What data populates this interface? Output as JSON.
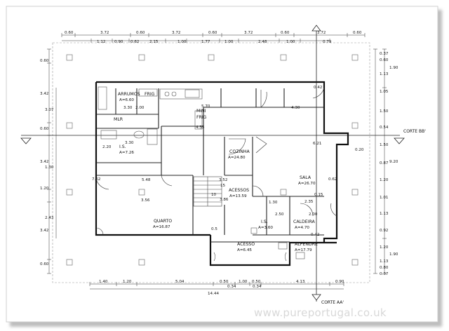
{
  "rooms": [
    {
      "id": "arrumos",
      "name": "ARRUMOS",
      "area": "A=6.60"
    },
    {
      "id": "frig",
      "name": "FRIG",
      "area": ""
    },
    {
      "id": "mlr",
      "name": "MLR",
      "area": ""
    },
    {
      "id": "is1",
      "name": "I.S.",
      "area": "A=7.26"
    },
    {
      "id": "cozinha",
      "name": "COZINHA",
      "area": "A=24.80"
    },
    {
      "id": "sala",
      "name": "SALA",
      "area": "A=26.70"
    },
    {
      "id": "acessos",
      "name": "ACESSOS",
      "area": "A=13.59"
    },
    {
      "id": "quarto",
      "name": "QUARTO",
      "area": "A=16.87"
    },
    {
      "id": "is2",
      "name": "I.S.",
      "area": "A=3.60"
    },
    {
      "id": "caldeira",
      "name": "CALDEIRA",
      "area": "A=4.70"
    },
    {
      "id": "acesso",
      "name": "ACESSO",
      "area": "A=6.45"
    },
    {
      "id": "alpendre",
      "name": "ALPENDRE",
      "area": "A=17.79"
    }
  ],
  "mini_frig": {
    "line1": "MINI",
    "line2": "FRIG"
  },
  "sections": {
    "bb": "CORTE BB'",
    "aa": "CORTE AA'"
  },
  "top_dims_row1": [
    "0.60",
    "3.72",
    "0.60",
    "3.72",
    "0.60",
    "3.72",
    "0.60",
    "3.72",
    "0.60"
  ],
  "top_dims_row2": [
    "1.12",
    "0.90",
    "0.62",
    "2.15",
    "1.00",
    "1.77",
    "1.00",
    "2.48",
    "1.00",
    "0.79"
  ],
  "bottom_dims_row1": [
    "1.40",
    "1.20",
    "5.04",
    "0.50",
    "1.00",
    "0.50",
    "4.13",
    "0.90"
  ],
  "bottom_dims_row2": [
    "14.44"
  ],
  "bottom_dims_small": [
    "0.34",
    "0.34"
  ],
  "left_dims_outer": [
    "0.60",
    "3.42",
    "0.60",
    "3.42",
    "1.20",
    "3.42",
    "0.60"
  ],
  "left_dims_inner": [
    "3.07",
    "1.30",
    "2.43"
  ],
  "right_dims_inner": [
    "0.37",
    "0.60",
    "1.13",
    "1.05",
    "1.50",
    "0.54",
    "1.50",
    "0.87",
    "1.20",
    "1.01",
    "1.13",
    "0.92",
    "1.20",
    "1.13",
    "0.80",
    "0.37"
  ],
  "right_dims_outer": [
    "1.90",
    "9.20",
    "1.90"
  ],
  "inner_dims": {
    "d330a": "3.30",
    "d200": "2.00",
    "d570": "5.70",
    "d435": "4.35",
    "d430": "4.30",
    "d042a": "0.42",
    "d330b": "3.30",
    "d220": "2.20",
    "d621": "6.21",
    "d020": "0.20",
    "d762": "7.62",
    "d548": "5.48",
    "d352": "3.52",
    "d015": "15",
    "d010": "10",
    "d386": "3.86",
    "d356": "3.56",
    "d062": "0.62",
    "d015b": "0.15",
    "d235": "2.35",
    "d130": "1.30",
    "d250": "2.50",
    "d200b": "2.00",
    "d042b": "0.42",
    "d05": "0.5"
  },
  "watermark": "www.pureportugal.co.uk"
}
